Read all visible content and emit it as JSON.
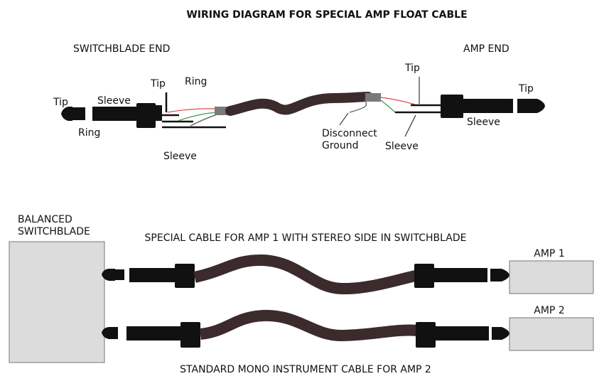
{
  "title": "WIRING DIAGRAM FOR SPECIAL AMP FLOAT CABLE",
  "top": {
    "left_heading": "SWITCHBLADE END",
    "right_heading": "AMP END",
    "left_plug": {
      "tip": "Tip",
      "ring": "Ring",
      "sleeve": "Sleeve"
    },
    "left_wires": {
      "tip": "Tip",
      "ring": "Ring",
      "sleeve": "Sleeve"
    },
    "right_wires": {
      "tip": "Tip",
      "sleeve": "Sleeve"
    },
    "right_plug": {
      "tip": "Tip",
      "sleeve": "Sleeve"
    },
    "disconnect_line1": "Disconnect",
    "disconnect_line2": "Ground"
  },
  "bottom": {
    "switchblade_line1": "BALANCED",
    "switchblade_line2": "SWITCHBLADE",
    "cable1_caption": "SPECIAL CABLE FOR AMP 1 WITH STEREO SIDE IN SWITCHBLADE",
    "cable2_caption": "STANDARD MONO INSTRUMENT CABLE FOR AMP 2",
    "amp1": "AMP 1",
    "amp2": "AMP 2"
  },
  "colors": {
    "cable": "#3b2b2d",
    "plug": "#111111",
    "box_fill": "#dcdcdc",
    "box_stroke": "#777777",
    "wire_red": "#e0494f",
    "wire_green": "#3c9c4a",
    "shrink": "#7a7a7a"
  }
}
